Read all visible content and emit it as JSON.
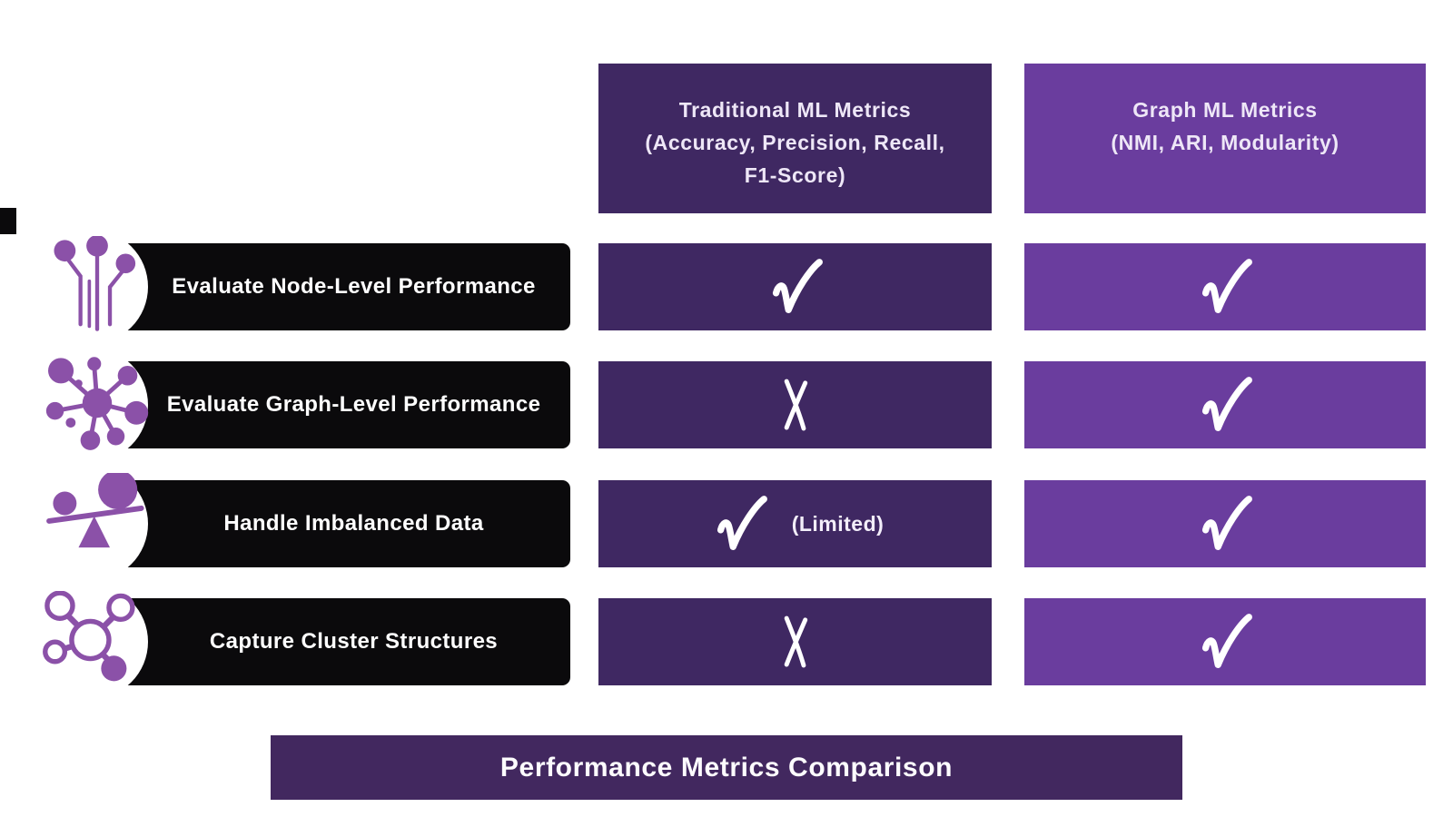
{
  "colors": {
    "background": "#ffffff",
    "traditional_column_bg": "#3f2862",
    "graph_column_bg": "#6a3d9e",
    "row_label_bg": "#0b0a0c",
    "footer_bg": "#42285f",
    "icon_purple": "#8b51a8",
    "header_text": "#eee7f7",
    "mark_color": "#ffffff"
  },
  "columns": [
    {
      "id": "traditional",
      "title_lines": [
        "Traditional ML Metrics",
        "(Accuracy, Precision, Recall,",
        "F1-Score)"
      ]
    },
    {
      "id": "graph",
      "title_lines": [
        "Graph ML Metrics",
        "(NMI, ARI, Modularity)"
      ]
    }
  ],
  "rows": [
    {
      "label": "Evaluate Node-Level Performance",
      "icon": "node-pins-icon",
      "traditional": {
        "mark": "check"
      },
      "graph": {
        "mark": "check"
      }
    },
    {
      "label": "Evaluate Graph-Level Performance",
      "icon": "graph-network-icon",
      "traditional": {
        "mark": "cross"
      },
      "graph": {
        "mark": "check"
      }
    },
    {
      "label": "Handle Imbalanced Data",
      "icon": "balance-scale-icon",
      "traditional": {
        "mark": "check",
        "note": "(Limited)"
      },
      "graph": {
        "mark": "check"
      }
    },
    {
      "label": "Capture Cluster Structures",
      "icon": "cluster-structure-icon",
      "traditional": {
        "mark": "cross"
      },
      "graph": {
        "mark": "check"
      }
    }
  ],
  "footer": {
    "title": "Performance Metrics Comparison"
  }
}
